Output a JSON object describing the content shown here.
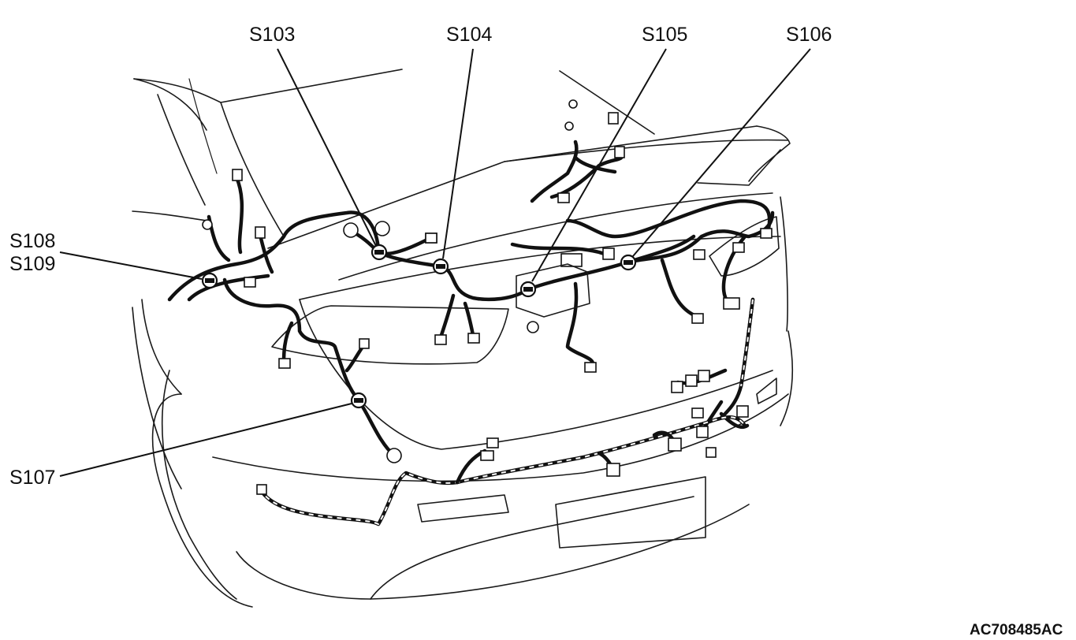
{
  "splice_labels": {
    "s103": "S103",
    "s104": "S104",
    "s105": "S105",
    "s106": "S106",
    "s107": "S107",
    "s108": "S108",
    "s109": "S109"
  },
  "figure_code": "AC708485AC"
}
